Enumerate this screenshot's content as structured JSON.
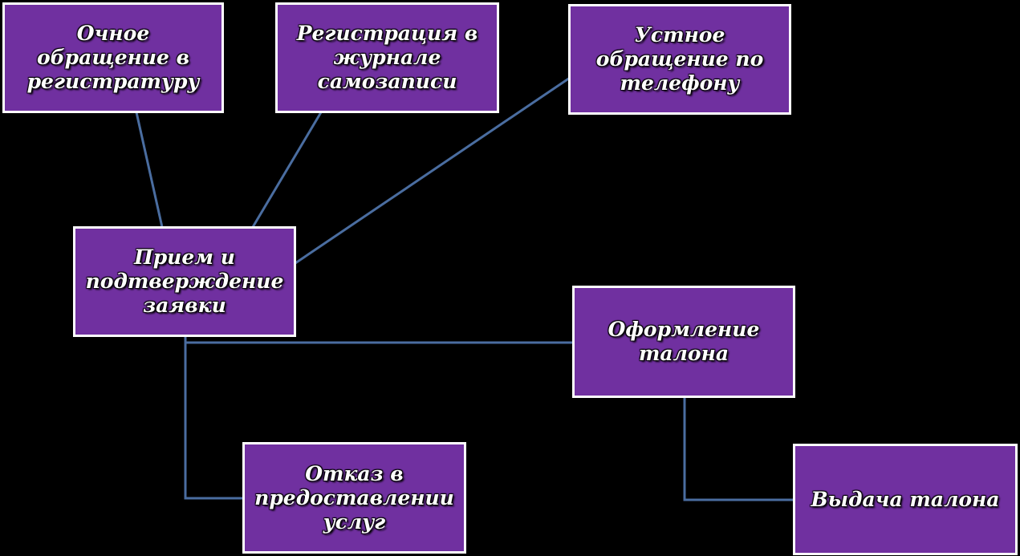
{
  "colors": {
    "background": "#000000",
    "box_fill": "#7030a0",
    "box_border": "#ffffff",
    "connector": "#4a6da0",
    "text": "#ffffff"
  },
  "nodes": {
    "in_person": "Очное обращение в регистратуру",
    "self_register": "Регистрация в журнале самозаписи",
    "phone": "Устное обращение по телефону",
    "accept": "Прием и подтверждение заявки",
    "ticket": "Оформление талона",
    "refusal": "Отказ в предоставлении услуг",
    "issue": "Выдача талона"
  }
}
